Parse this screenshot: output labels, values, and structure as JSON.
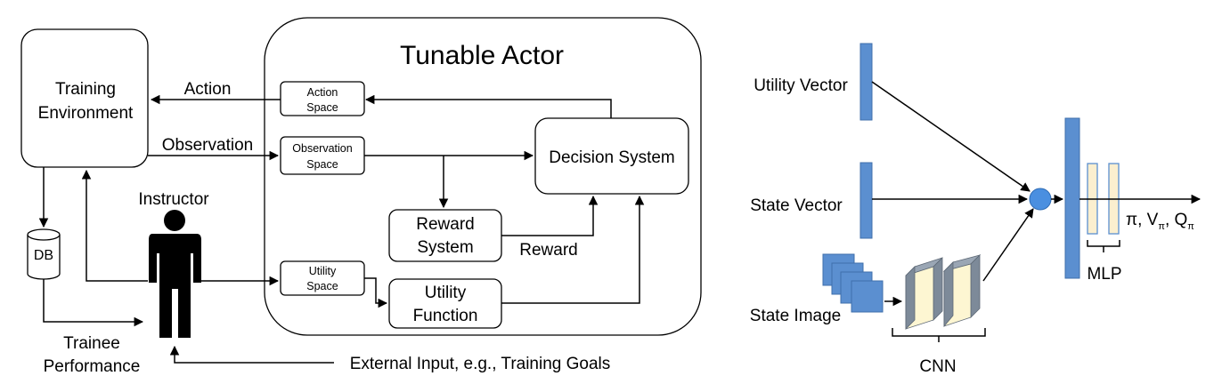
{
  "left_diagram": {
    "tunable_actor_title": "Tunable Actor",
    "training_environment": [
      "Training",
      "Environment"
    ],
    "action_label": "Action",
    "observation_label": "Observation",
    "action_space": [
      "Action",
      "Space"
    ],
    "observation_space": [
      "Observation",
      "Space"
    ],
    "decision_system": "Decision System",
    "reward_system": [
      "Reward",
      "System"
    ],
    "reward_label": "Reward",
    "utility_space": [
      "Utility",
      "Space"
    ],
    "utility_function": [
      "Utility",
      "Function"
    ],
    "instructor_label": "Instructor",
    "db_label": "DB",
    "trainee_performance": [
      "Trainee",
      "Performance"
    ],
    "external_input": "External Input, e.g., Training Goals"
  },
  "right_diagram": {
    "utility_vector": "Utility Vector",
    "state_vector": "State Vector",
    "state_image": "State Image",
    "cnn_label": "CNN",
    "mlp_label": "MLP",
    "output_pi": "π, V",
    "output_pi_sub": "π",
    "output_q": ", Q",
    "output_q_sub": "π"
  },
  "colors": {
    "vector_blue": "#5b8fd0",
    "node_blue": "#4a8fe0",
    "cnn_face": "#fdf6d2",
    "cnn_side": "#7d8a99",
    "mlp_face": "#fbefcf"
  }
}
